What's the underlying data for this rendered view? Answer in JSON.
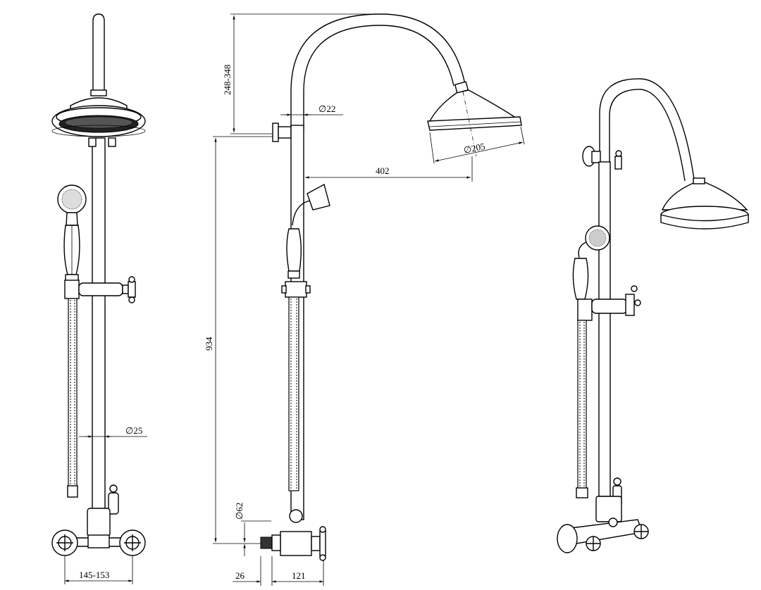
{
  "drawing": {
    "dimensions": {
      "arm_height": "248-348",
      "arm_diameter": "22",
      "head_diameter": "205",
      "arm_reach": "402",
      "riser_height": "934",
      "riser_diameter": "25",
      "base_diameter": "62",
      "wall_offset": "26",
      "valve_depth": "121",
      "inlet_centers": "145-153"
    },
    "diameter_symbol": "∅"
  }
}
